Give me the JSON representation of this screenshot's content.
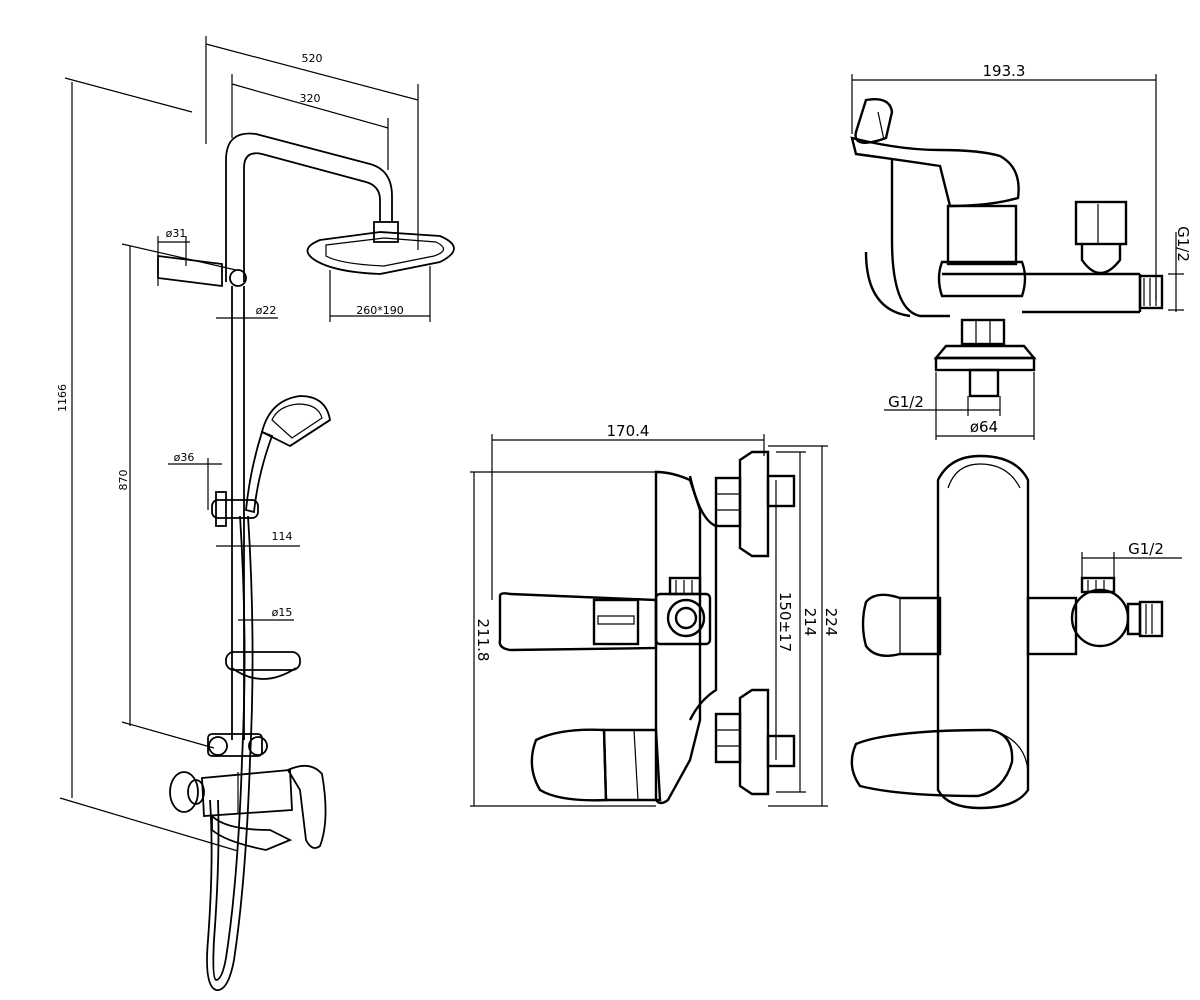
{
  "shower_column": {
    "width_overall": "520",
    "arm_reach": "320",
    "height_overall": "1166",
    "rail_length": "870",
    "arm_diameter": "ø31",
    "pipe_diameter": "ø22",
    "slider_diameter": "ø36",
    "head_size": "260*190",
    "slider_offset": "114",
    "hose_diameter": "ø15"
  },
  "mixer_side": {
    "depth": "193.3",
    "outlet_thread_side": "G1/2",
    "inlet_thread": "G1/2",
    "flange_diameter": "ø64"
  },
  "mixer_top": {
    "width": "170.4",
    "depth_left": "211.8",
    "centers": "150±17",
    "depth_inner": "214",
    "depth_outer": "224"
  },
  "mixer_front": {
    "outlet_thread": "G1/2"
  }
}
